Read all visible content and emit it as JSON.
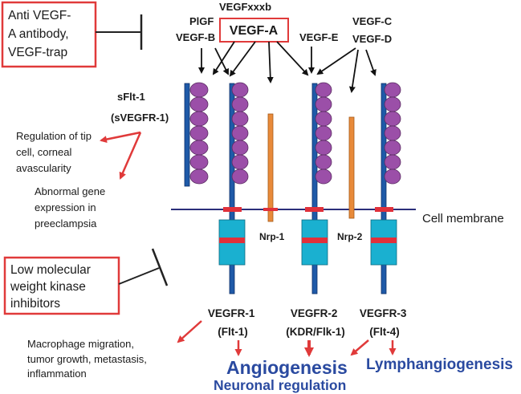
{
  "colors": {
    "receptor_blue": "#1f5aa8",
    "ig_domain_purple": "#9b4fa8",
    "kinase_cyan": "#1ab0d0",
    "membrane_stripe_red": "#e0303a",
    "coreceptor_orange": "#e88a3a",
    "membrane_navy": "#2b2f7a",
    "arrow_red": "#e03a3a",
    "outcome_blue": "#2a4aa0"
  },
  "inhibitors": {
    "antibody": {
      "line1": "Anti VEGF-",
      "line2": "A antibody,",
      "line3": "VEGF-trap"
    },
    "kinase": {
      "line1": "Low molecular",
      "line2": "weight kinase",
      "line3": "inhibitors"
    }
  },
  "ligands": {
    "plgf": "PlGF",
    "vegfb": "VEGF-B",
    "vegfxxxb": "VEGFxxxb",
    "vegfa": "VEGF-A",
    "vegfe": "VEGF-E",
    "vegfc": "VEGF-C",
    "vegfd": "VEGF-D"
  },
  "receptors": {
    "sflt1": {
      "line1": "sFlt-1",
      "line2": "(sVEGFR-1)"
    },
    "nrp1": "Nrp-1",
    "nrp2": "Nrp-2",
    "vegfr1": {
      "line1": "VEGFR-1",
      "line2": "(Flt-1)"
    },
    "vegfr2": {
      "line1": "VEGFR-2",
      "line2": "(KDR/Flk-1)"
    },
    "vegfr3": {
      "line1": "VEGFR-3",
      "line2": "(Flt-4)"
    }
  },
  "membrane_label": "Cell membrane",
  "effects": {
    "tip_cell": {
      "line1": "Regulation of tip",
      "line2": "cell, corneal",
      "line3": "avascularity"
    },
    "preeclampsia": {
      "line1": "Abnormal gene",
      "line2": "expression in",
      "line3": "preeclampsia"
    },
    "macrophage": {
      "line1": "Macrophage migration,",
      "line2": "tumor growth, metastasis,",
      "line3": "inflammation"
    }
  },
  "outcomes": {
    "angiogenesis": "Angiogenesis",
    "neuronal": "Neuronal regulation",
    "lymph": "Lymphangiogenesis"
  }
}
